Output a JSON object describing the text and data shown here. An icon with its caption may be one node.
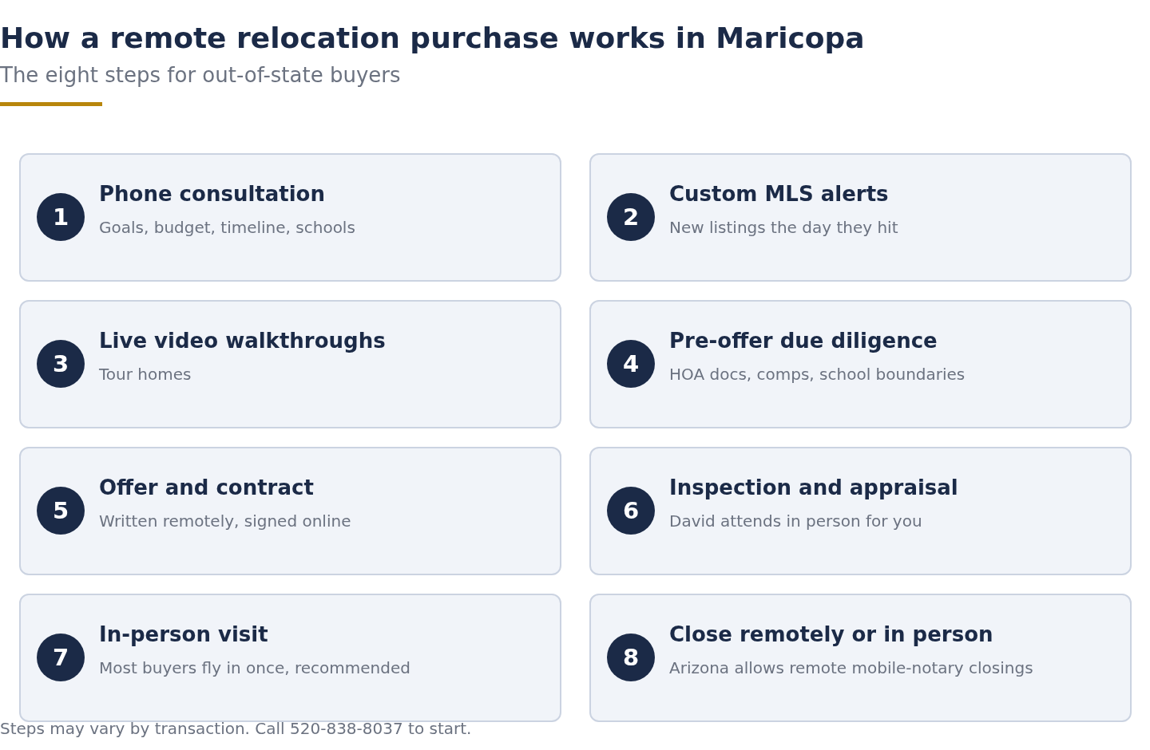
{
  "diagram": {
    "title": "How a remote relocation purchase works in Maricopa",
    "labels": [
      "The eight steps for out-of-state buyers"
    ],
    "caption": "Steps may vary by transaction. Call 520-838-8037 to start.",
    "nodes": [
      {
        "text": [
          "Phone consultation",
          "Goals, budget, timeline, schools"
        ]
      },
      {
        "text": [
          "1"
        ],
        "in": 0
      },
      {
        "text": [
          "Custom MLS alerts",
          "New listings the day they hit"
        ]
      },
      {
        "text": [
          "2"
        ],
        "in": 2
      },
      {
        "text": [
          "Live video walkthroughs",
          "Tour homes"
        ]
      },
      {
        "text": [
          "3"
        ],
        "in": 4
      },
      {
        "text": [
          "Pre-offer due diligence",
          "HOA docs, comps, school boundaries"
        ]
      },
      {
        "text": [
          "4"
        ],
        "in": 6
      },
      {
        "text": [
          "Offer and contract",
          "Written remotely, signed online"
        ]
      },
      {
        "text": [
          "5"
        ],
        "in": 8
      },
      {
        "text": [
          "Inspection and appraisal",
          "David attends in person for you"
        ]
      },
      {
        "text": [
          "6"
        ],
        "in": 10
      },
      {
        "text": [
          "In-person visit",
          "Most buyers fly in once, recommended"
        ]
      },
      {
        "text": [
          "7"
        ],
        "in": 12
      },
      {
        "text": [
          "Close remotely or in person",
          "Arizona allows remote mobile-notary closings"
        ]
      },
      {
        "text": [
          "8"
        ],
        "in": 14
      }
    ]
  }
}
